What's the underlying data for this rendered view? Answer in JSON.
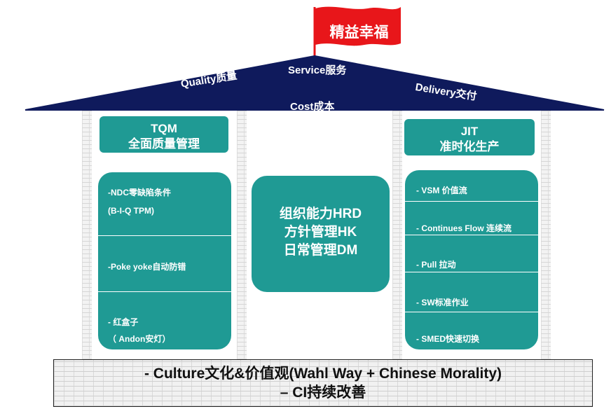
{
  "flag": {
    "text": "精益幸福",
    "color": "#e8161a"
  },
  "roof": {
    "color": "#0f1a5c",
    "labels": {
      "service": "Service服务",
      "quality": "Quality质量",
      "delivery": "Delivery交付",
      "cost": "Cost成本"
    }
  },
  "left_pillar": {
    "header_line1": "TQM",
    "header_line2": "全面质量管理",
    "items": [
      {
        "line1": "-NDC零缺陷条件",
        "line2": "(B-I-Q TPM)"
      },
      {
        "line1": "-Poke yoke自动防错"
      },
      {
        "line1": "- 红盒子",
        "line2": "（ Andon安灯）"
      }
    ]
  },
  "center": {
    "line1": "组织能力HRD",
    "line2": "方针管理HK",
    "line3": "日常管理DM"
  },
  "right_pillar": {
    "header_line1": "JIT",
    "header_line2": "准时化生产",
    "items": [
      "- VSM 价值流",
      "- Continues Flow  连续流",
      "-   Pull 拉动",
      "-   SW标准作业",
      "-   SMED快速切换"
    ]
  },
  "base": {
    "line1": "- Culture文化&价值观(Wahl Way + Chinese Morality)",
    "line2": "– CI持续改善"
  },
  "colors": {
    "teal": "#1f9a94",
    "navy": "#0f1a5c",
    "red": "#e8161a"
  }
}
